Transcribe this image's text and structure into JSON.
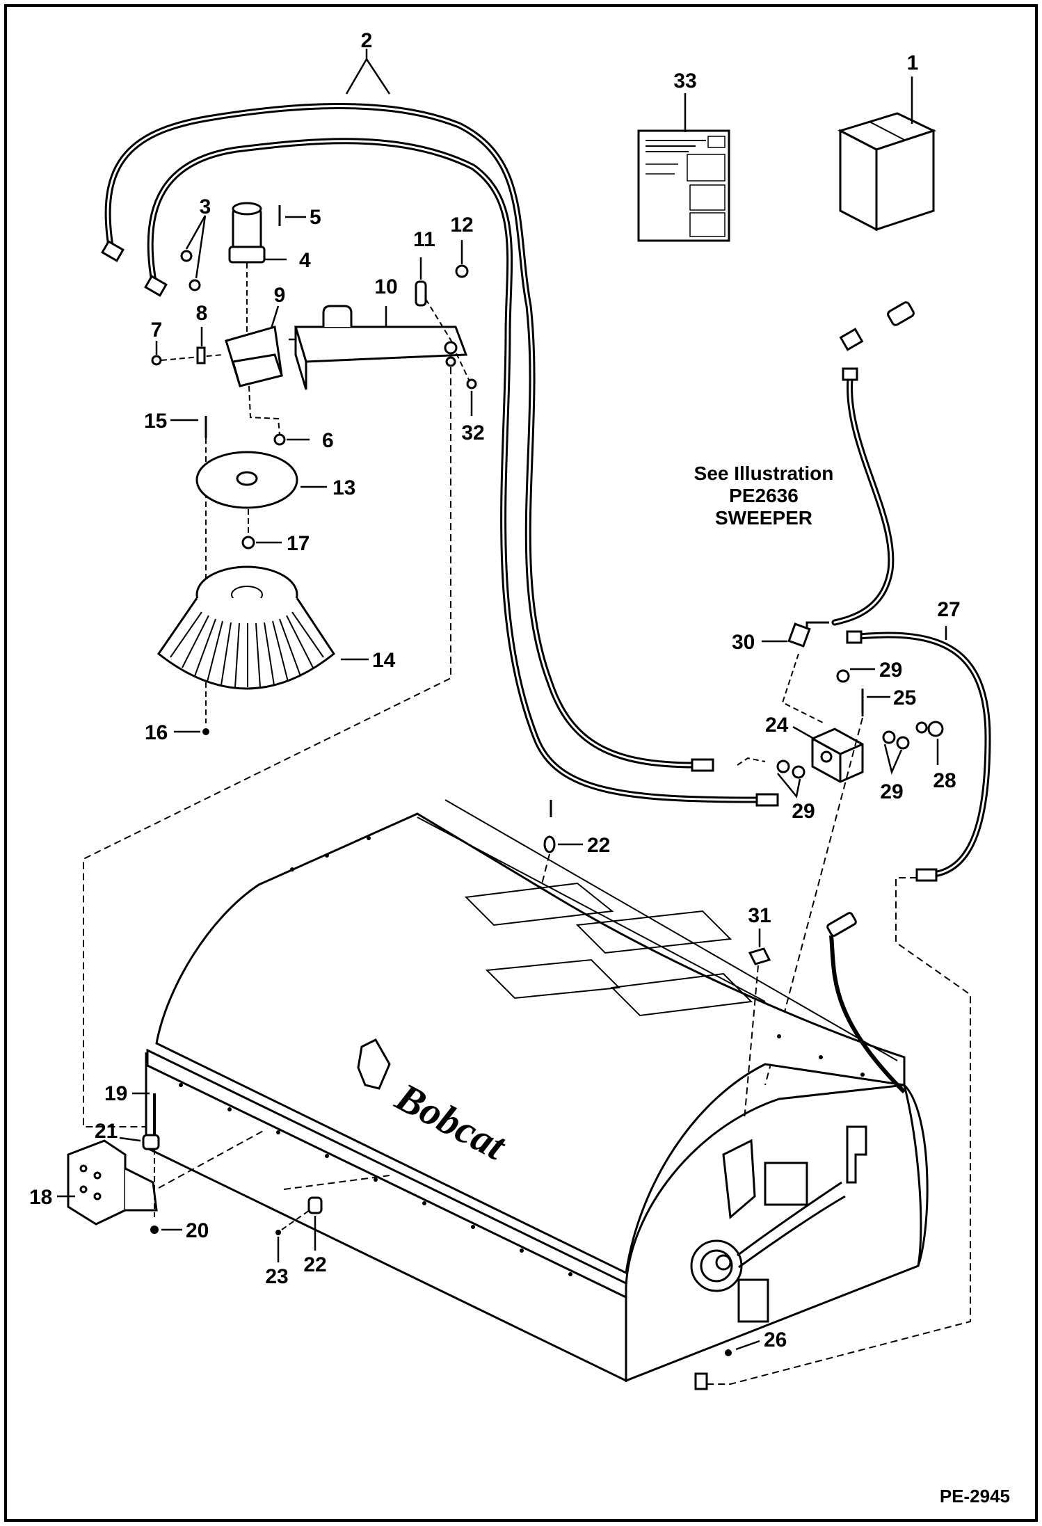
{
  "diagram": {
    "reference_code": "PE-2945",
    "note": {
      "line1": "See Illustration",
      "line2": "PE2636",
      "line3": "SWEEPER"
    },
    "brand_logo_text": "Bobcat",
    "callouts": {
      "c1": "1",
      "c2": "2",
      "c3": "3",
      "c4": "4",
      "c5": "5",
      "c6": "6",
      "c7": "7",
      "c8": "8",
      "c9": "9",
      "c10": "10",
      "c11": "11",
      "c12": "12",
      "c13": "13",
      "c14": "14",
      "c15": "15",
      "c16": "16",
      "c17": "17",
      "c18": "18",
      "c19": "19",
      "c20": "20",
      "c21": "21",
      "c22a": "22",
      "c22b": "22",
      "c23": "23",
      "c24": "24",
      "c25": "25",
      "c26": "26",
      "c27": "27",
      "c28": "28",
      "c29a": "29",
      "c29b": "29",
      "c29c": "29",
      "c30": "30",
      "c31": "31",
      "c32": "32",
      "c33": "33"
    }
  }
}
